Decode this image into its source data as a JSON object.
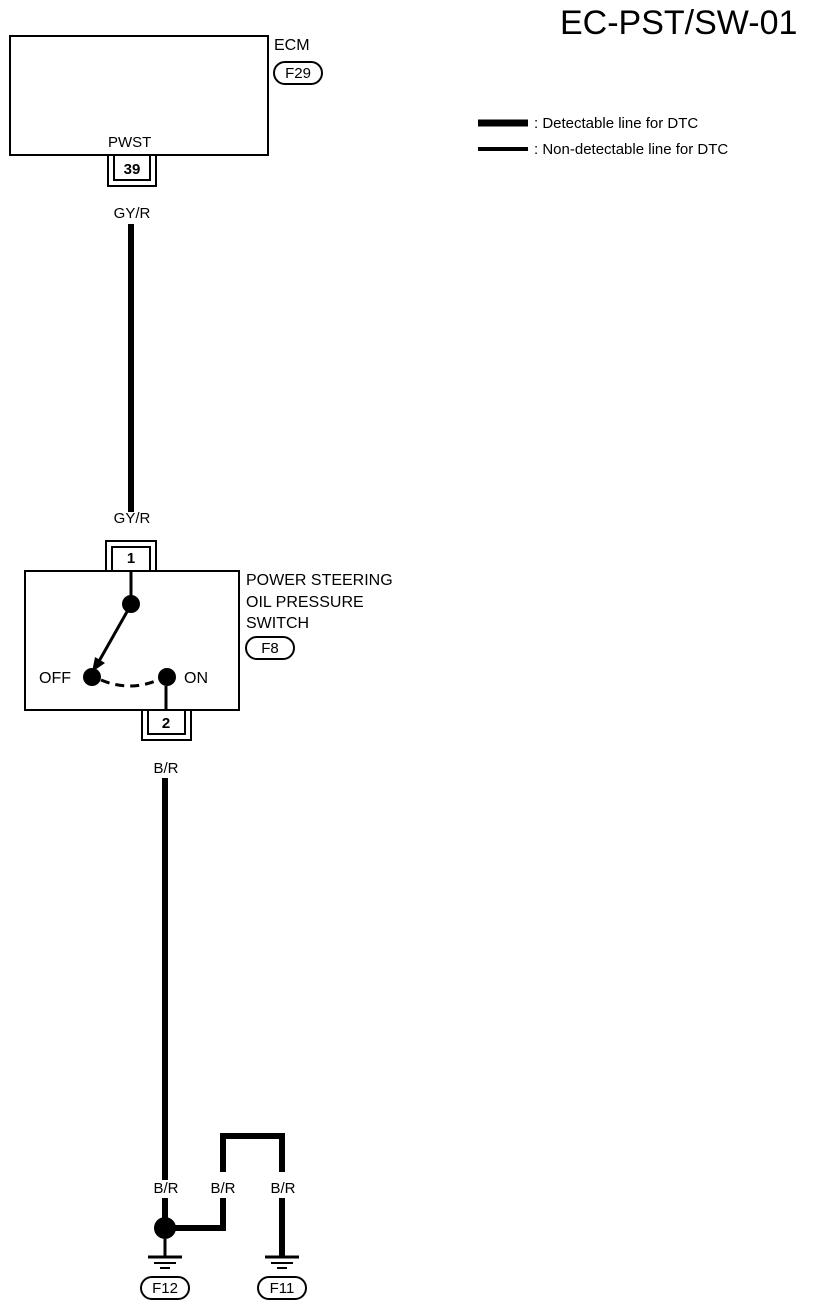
{
  "title": "EC-PST/SW-01",
  "legend": {
    "detectable": ": Detectable line for DTC",
    "non_detectable": ": Non-detectable line for DTC"
  },
  "ecm": {
    "name": "ECM",
    "connector": "F29",
    "terminal_name": "PWST",
    "terminal": "39"
  },
  "wires": {
    "ecm_to_switch_top": "GY/R",
    "ecm_to_switch_bottom": "GY/R",
    "switch_to_ground": "B/R",
    "ground_left": "B/R",
    "ground_mid": "B/R",
    "ground_right": "B/R"
  },
  "switch": {
    "name_line1": "POWER STEERING",
    "name_line2": "OIL PRESSURE",
    "name_line3": "SWITCH",
    "connector": "F8",
    "terminal_top": "1",
    "terminal_bottom": "2",
    "off_label": "OFF",
    "on_label": "ON"
  },
  "grounds": {
    "left": "F12",
    "right": "F11"
  }
}
